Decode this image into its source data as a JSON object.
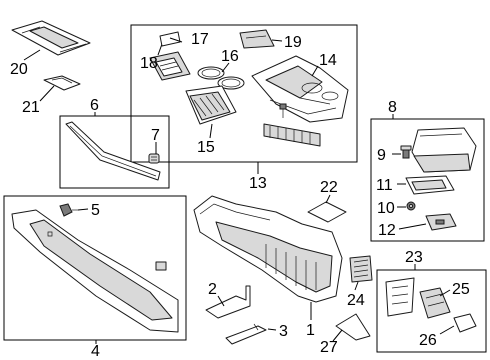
{
  "diagram": {
    "callouts": {
      "c1": "1",
      "c2": "2",
      "c3": "3",
      "c4": "4",
      "c5": "5",
      "c6": "6",
      "c7": "7",
      "c8": "8",
      "c9": "9",
      "c10": "10",
      "c11": "11",
      "c12": "12",
      "c13": "13",
      "c14": "14",
      "c15": "15",
      "c16": "16",
      "c17": "17",
      "c18": "18",
      "c19": "19",
      "c20": "20",
      "c21": "21",
      "c22": "22",
      "c23": "23",
      "c24": "24",
      "c25": "25",
      "c26": "26",
      "c27": "27"
    },
    "colors": {
      "line": "#1a1a1a",
      "shade": "#d9d9d9",
      "dark": "#7a7a7a",
      "background": "#ffffff"
    }
  }
}
